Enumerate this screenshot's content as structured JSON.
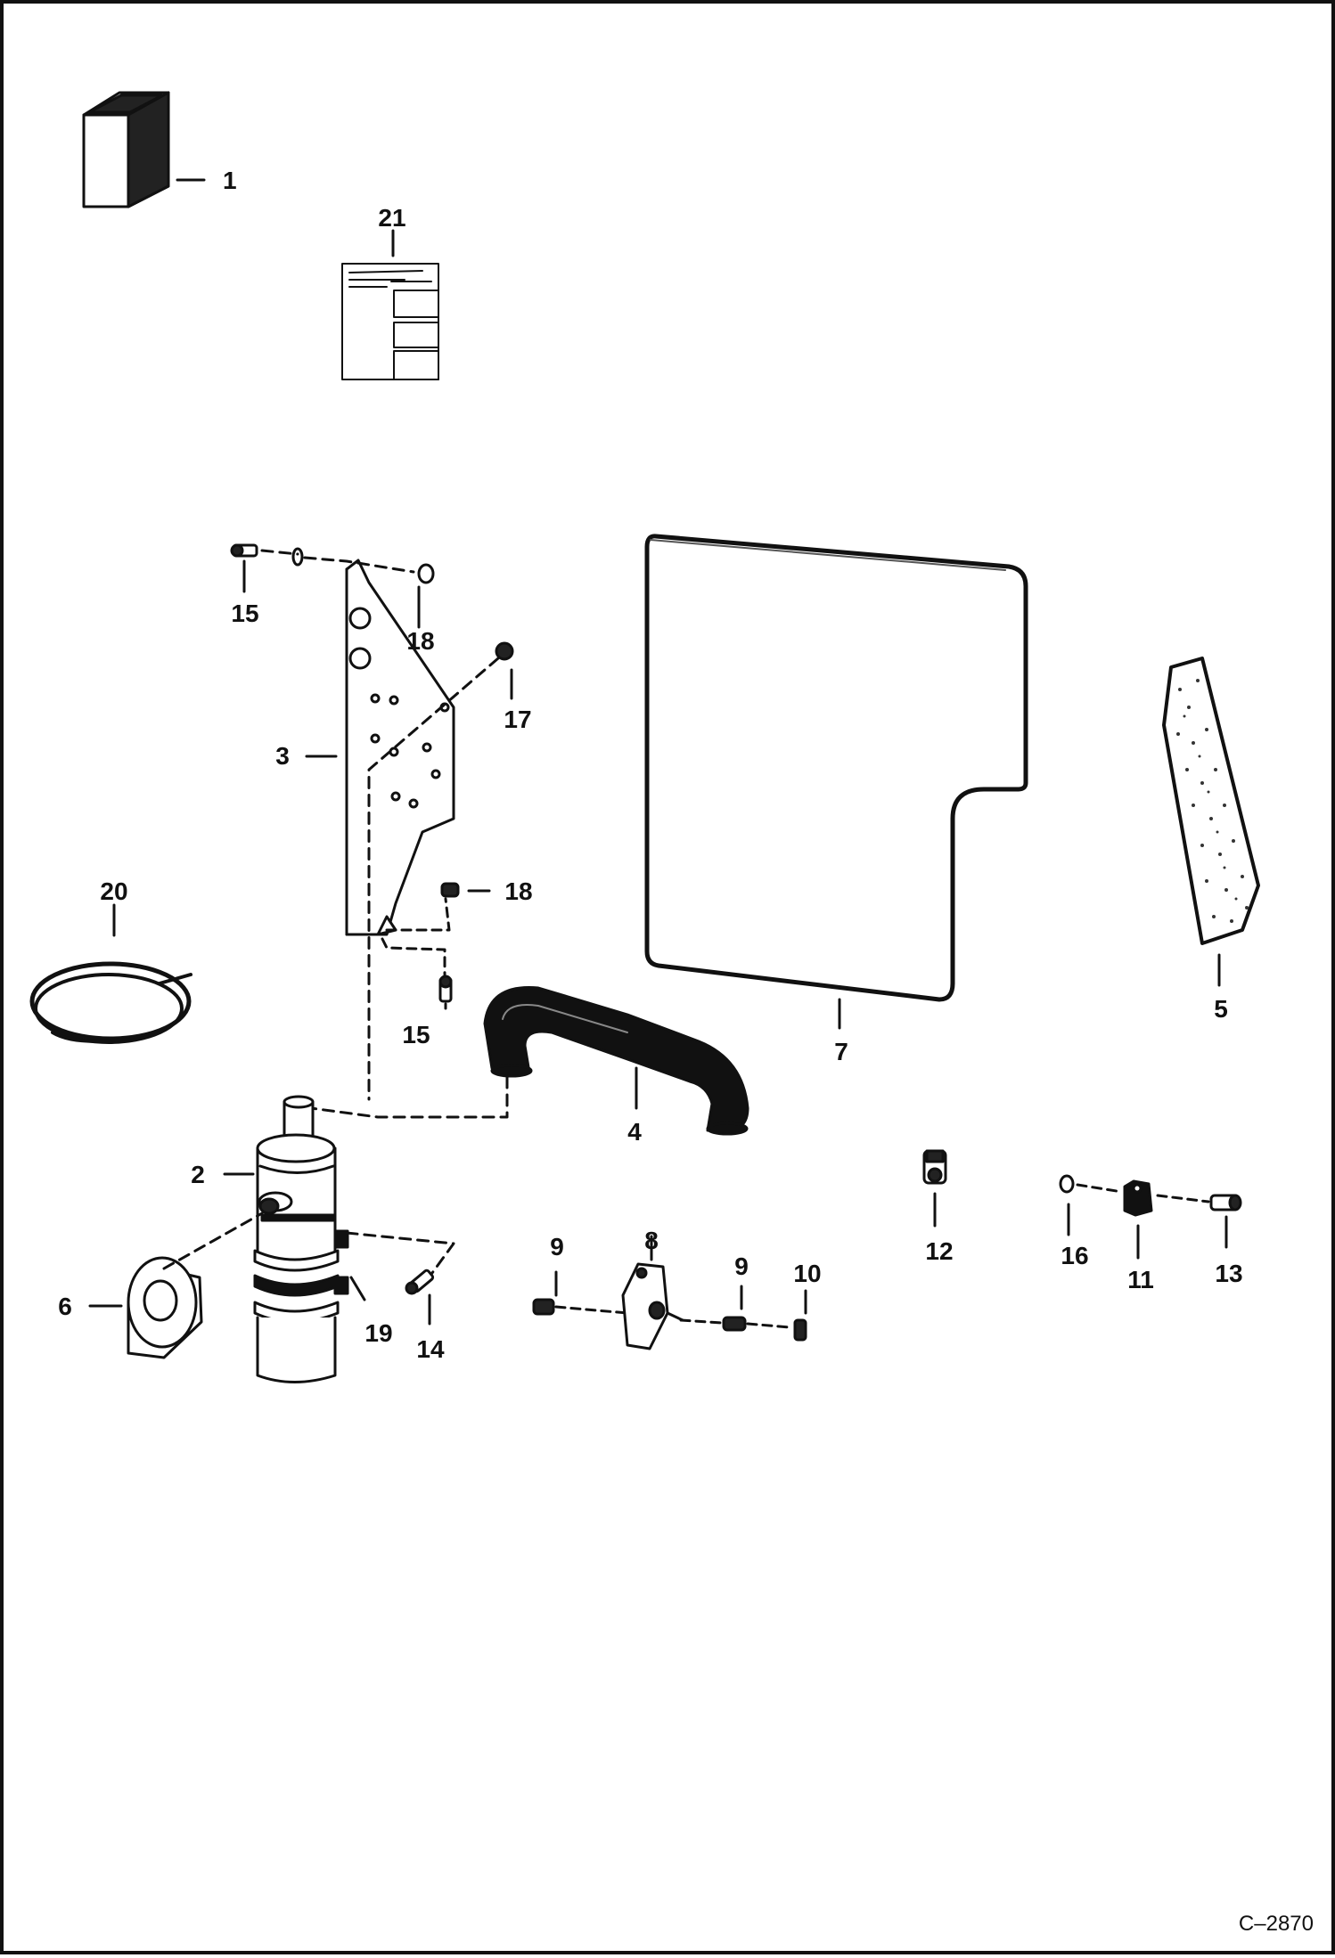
{
  "diagram": {
    "reference_code": "C–2870",
    "callouts": {
      "c1": "1",
      "c2": "2",
      "c3": "3",
      "c4": "4",
      "c5": "5",
      "c6": "6",
      "c7": "7",
      "c8": "8",
      "c9a": "9",
      "c9b": "9",
      "c10": "10",
      "c11": "11",
      "c12": "12",
      "c13": "13",
      "c14": "14",
      "c15a": "15",
      "c15b": "15",
      "c16": "16",
      "c17": "17",
      "c18a": "18",
      "c18b": "18",
      "c19": "19",
      "c20": "20",
      "c21": "21"
    },
    "colors": {
      "ink": "#111111",
      "paper": "#ffffff"
    }
  }
}
